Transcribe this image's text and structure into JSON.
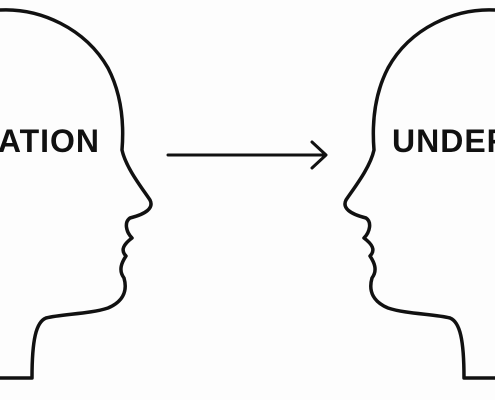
{
  "diagram": {
    "left_head_word": "ATION",
    "right_head_word": "UNDER",
    "arrow_direction": "right",
    "stroke_color": "#111111",
    "background_color": "#fdfdfd"
  }
}
